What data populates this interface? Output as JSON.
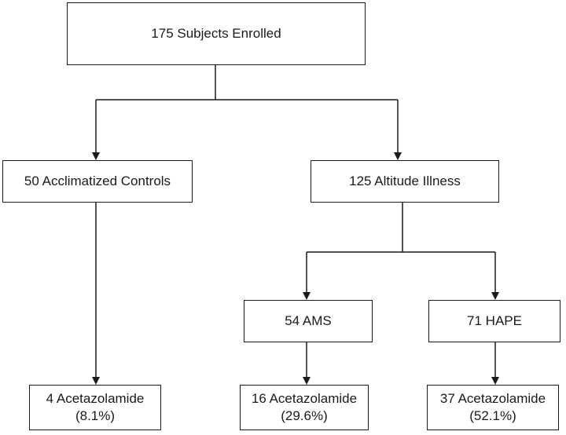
{
  "nodes": {
    "enrolled": {
      "label": "175 Subjects Enrolled"
    },
    "controls": {
      "label": "50 Acclimatized Controls"
    },
    "altitude_illness": {
      "label": "125 Altitude Illness"
    },
    "ams": {
      "label": "54 AMS"
    },
    "hape": {
      "label": "71 HAPE"
    },
    "acetazolamide_controls": {
      "line1": "4 Acetazolamide",
      "line2": "(8.1%)"
    },
    "acetazolamide_ams": {
      "line1": "16 Acetazolamide",
      "line2": "(29.6%)"
    },
    "acetazolamide_hape": {
      "line1": "37 Acetazolamide",
      "line2": "(52.1%)"
    }
  },
  "colors": {
    "stroke": "#1a1a1a",
    "background": "#ffffff"
  }
}
